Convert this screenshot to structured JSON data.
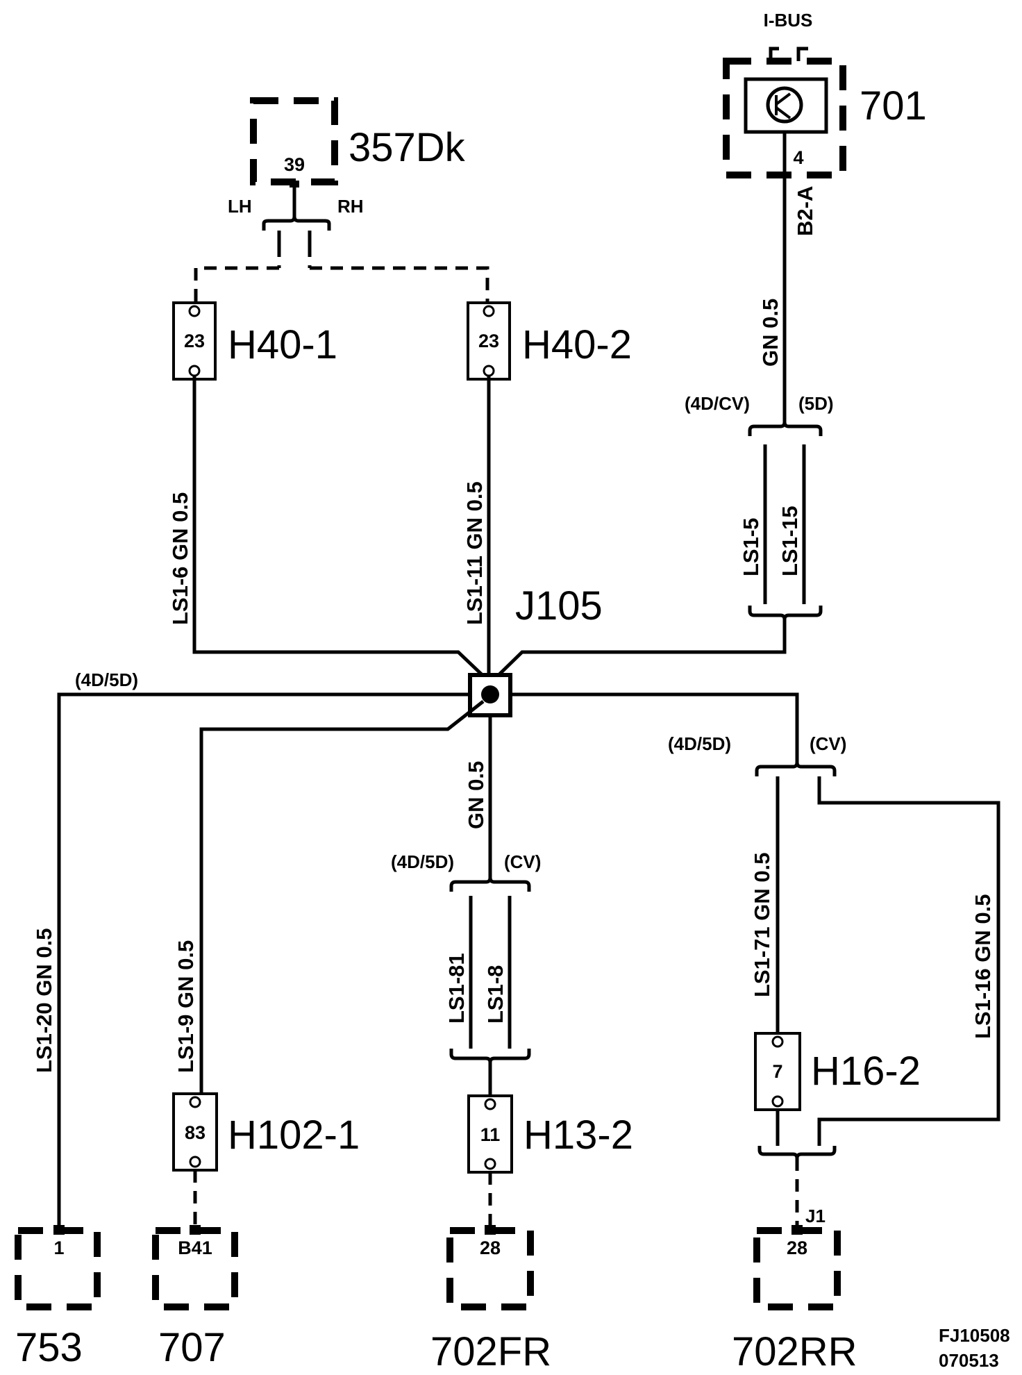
{
  "components": {
    "c357": {
      "name": "357Dk",
      "pin": "39",
      "lh": "LH",
      "rh": "RH"
    },
    "c701": {
      "name": "701",
      "bus": "I-BUS",
      "pin": "4",
      "wire_id": "B2-A",
      "wire": "GN 0.5"
    },
    "h40_1": {
      "name": "H40-1",
      "pin": "23"
    },
    "h40_2": {
      "name": "H40-2",
      "pin": "23"
    },
    "j105": {
      "name": "J105"
    },
    "h102_1": {
      "name": "H102-1",
      "pin": "83"
    },
    "h13_2": {
      "name": "H13-2",
      "pin": "11"
    },
    "h16_2": {
      "name": "H16-2",
      "pin": "7"
    },
    "c753": {
      "name": "753",
      "pin": "1"
    },
    "c707": {
      "name": "707",
      "pin": "B41"
    },
    "c702fr": {
      "name": "702FR",
      "pin": "28"
    },
    "c702rr": {
      "name": "702RR",
      "pin": "28",
      "splice": "J1"
    }
  },
  "wires": {
    "ls1_6": "LS1-6  GN  0.5",
    "ls1_11": "LS1-11  GN  0.5",
    "ls1_5": "LS1-5",
    "ls1_15": "LS1-15",
    "ls1_20": "LS1-20  GN  0.5",
    "ls1_9": "LS1-9  GN  0.5",
    "gn_center": "GN  0.5",
    "ls1_81": "LS1-81",
    "ls1_8": "LS1-8",
    "ls1_71": "LS1-71  GN  0.5",
    "ls1_16": "LS1-16  GN  0.5"
  },
  "variants": {
    "v701_left": "(4D/CV)",
    "v701_right": "(5D)",
    "left_bus": "(4D/5D)",
    "mid_left": "(4D/5D)",
    "mid_right": "(CV)",
    "right_left": "(4D/5D)",
    "right_right": "(CV)"
  },
  "footer": {
    "code": "FJ10508",
    "date": "070513"
  }
}
